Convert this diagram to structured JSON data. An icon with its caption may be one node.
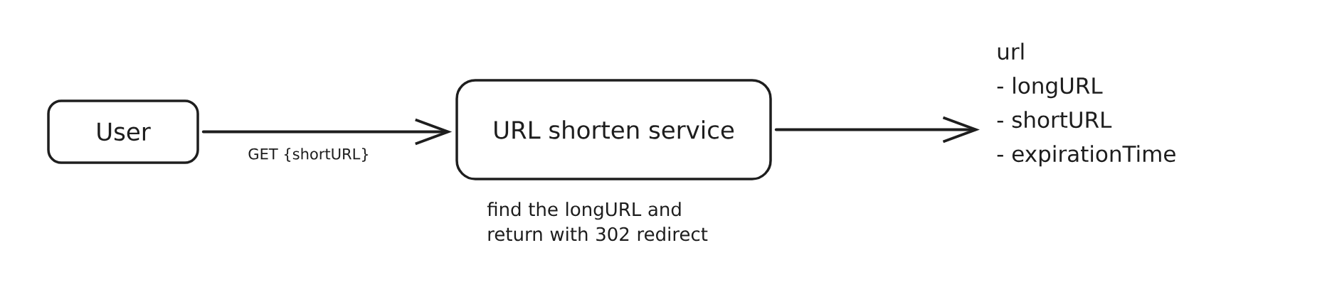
{
  "diagram": {
    "nodes": [
      {
        "text": [
          "User"
        ]
      },
      {
        "text": [
          "URL shorten service"
        ],
        "beside": [
          "find the longURL and return with 302 redirect"
        ]
      },
      {
        "text": [
          "url",
          "- longURL",
          "- shortURL",
          "- expirationTime"
        ]
      }
    ],
    "edges": [
      {
        "from": 0,
        "to": 1,
        "arrow": "to",
        "label": "GET {shortURL}"
      },
      {
        "from": 1,
        "to": 2,
        "arrow": "to"
      }
    ]
  }
}
